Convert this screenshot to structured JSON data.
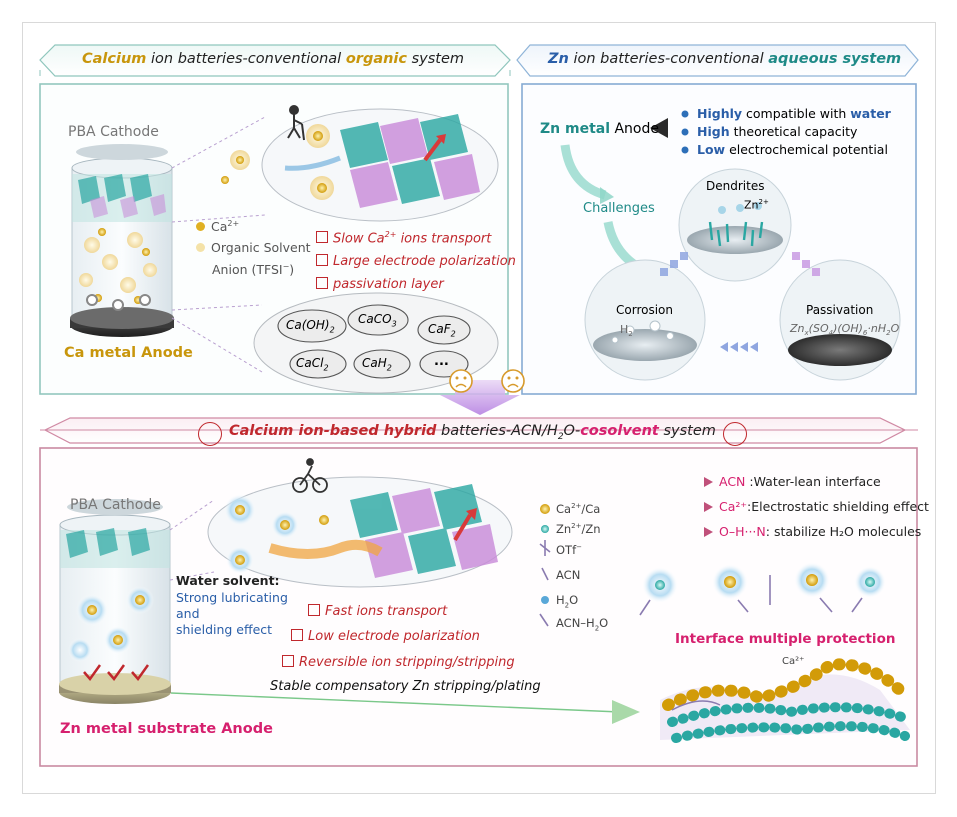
{
  "top_left": {
    "title": {
      "w1": "Calcium",
      "w2": " ion batteries-conventional ",
      "w3": "organic",
      "w4": " system"
    },
    "cathode": "PBA Cathode",
    "anode": "Ca metal Anode",
    "legend": [
      "Ca",
      "2+",
      "Organic Solvent",
      "Anion (TFSI",
      "−",
      ")"
    ],
    "problems": [
      "Slow Ca",
      "2+",
      " ions transport",
      "Large electrode polarization",
      "passivation layer"
    ],
    "species": [
      "Ca(OH)",
      "2",
      "CaCO",
      "3",
      "CaF",
      "2",
      "CaCl",
      "2",
      "CaH",
      "2",
      "..."
    ]
  },
  "top_right": {
    "title": {
      "w1": "Zn",
      "w2": " ion batteries-conventional ",
      "w3": "aqueous system"
    },
    "anode_label": {
      "w1": "Zn metal",
      "w2": " Anode"
    },
    "bullets": [
      {
        "b": "Highly",
        "r": " compatible with ",
        "b2": "water"
      },
      {
        "b": "High",
        "r": " theoretical capacity",
        "b2": ""
      },
      {
        "b": "Low",
        "r": " electrochemical potential",
        "b2": ""
      }
    ],
    "challenges": "Challenges",
    "dendrites": "Dendrites",
    "zn_ion": "Zn",
    "zn_charge": "2+",
    "corrosion": "Corrosion",
    "h2": "H",
    "h2_sub": "2",
    "passivation": "Passivation",
    "passivation_formula": [
      "Zn",
      "x",
      "(SO",
      "4",
      ")(OH)",
      "6",
      "·nH",
      "2",
      "O"
    ]
  },
  "bottom": {
    "title": {
      "w1": "Calcium ion-based hybrid",
      "w2": " batteries-ACN/H",
      "w3": "2",
      "w4": "O-",
      "w5": "cosolvent",
      "w6": " system"
    },
    "cathode": "PBA Cathode",
    "anode": "Zn metal substrate Anode",
    "water_solvent": [
      "Water solvent:",
      "Strong lubricating",
      "and",
      "shielding effect"
    ],
    "benefits": [
      "Fast ions transport",
      "Low electrode polarization",
      "Reversible ion stripping/stripping"
    ],
    "stable": "Stable compensatory Zn stripping/plating",
    "legend": [
      [
        "Ca",
        "2+",
        "/Ca"
      ],
      [
        "Zn",
        "2+",
        "/Zn"
      ],
      [
        "OTf",
        "−",
        ""
      ],
      [
        "ACN",
        "",
        ""
      ],
      [
        "H",
        "2",
        "O"
      ],
      [
        "ACN–H",
        "2",
        "O"
      ]
    ],
    "mechanisms": [
      {
        "k": "ACN",
        "v": " :Water-lean interface"
      },
      {
        "k": "Ca²⁺",
        "v": ":Electrostatic shielding effect"
      },
      {
        "k": "O–H···N",
        "v": ": stabilize  H₂O molecules"
      }
    ],
    "interface": "Interface multiple protection",
    "interface_ion": "Ca²⁺"
  },
  "colors": {
    "gold": "#c8960c",
    "teal": "#1f8a87",
    "pink": "#d6206e",
    "red": "#c0282d",
    "blue": "#2a5ea8",
    "purple": "#b06bd8"
  }
}
